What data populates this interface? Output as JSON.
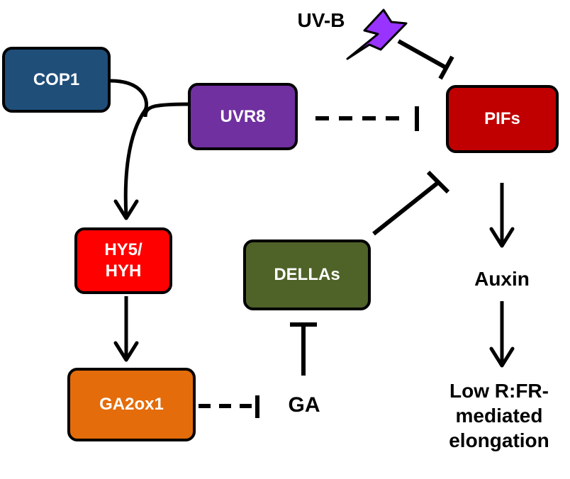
{
  "nodes": {
    "cop1": {
      "label": "COP1",
      "color": "#1f4e79"
    },
    "uvr8": {
      "label": "UVR8",
      "color": "#7030a0"
    },
    "pifs": {
      "label": "PIFs",
      "color": "#c00000"
    },
    "hy5": {
      "label": "HY5/\nHYH",
      "color": "#ff0000"
    },
    "dellas": {
      "label": "DELLAs",
      "color": "#4f6228"
    },
    "ga2ox1": {
      "label": "GA2ox1",
      "color": "#e46c0a"
    }
  },
  "labels": {
    "uvb": "UV-B",
    "auxin": "Auxin",
    "ga": "GA",
    "elongation": "Low R:FR-\nmediated\nelongation"
  },
  "colors": {
    "lightning": "#9933ff",
    "line": "#000000"
  },
  "icons": {
    "lightning": "lightning-bolt-icon"
  }
}
